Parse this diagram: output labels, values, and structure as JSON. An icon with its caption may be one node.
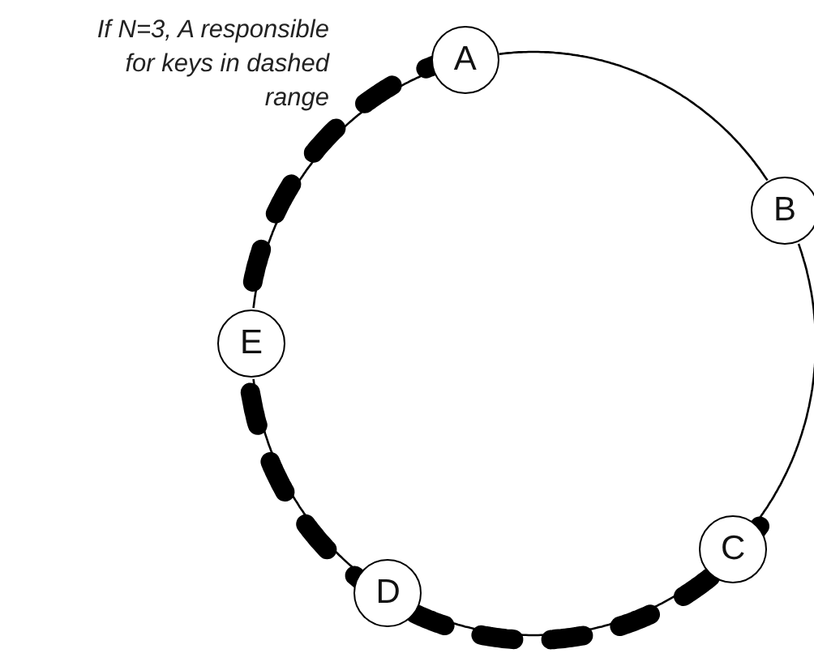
{
  "diagram": {
    "nodes": [
      {
        "text": [
          "A"
        ]
      },
      {
        "text": [
          "B"
        ]
      },
      {
        "text": [
          "C"
        ]
      },
      {
        "text": [
          "D"
        ]
      },
      {
        "text": [
          "E"
        ]
      }
    ],
    "edges": [
      {
        "from": 0,
        "to": 1,
        "arrow": "none"
      },
      {
        "from": 1,
        "to": 2,
        "arrow": "none"
      },
      {
        "from": 2,
        "to": 3,
        "arrow": "none"
      },
      {
        "from": 3,
        "to": 4,
        "arrow": "none"
      },
      {
        "from": 4,
        "to": 0,
        "arrow": "none"
      }
    ],
    "labels": [
      "If N=3, A responsible for keys in dashed range"
    ]
  }
}
